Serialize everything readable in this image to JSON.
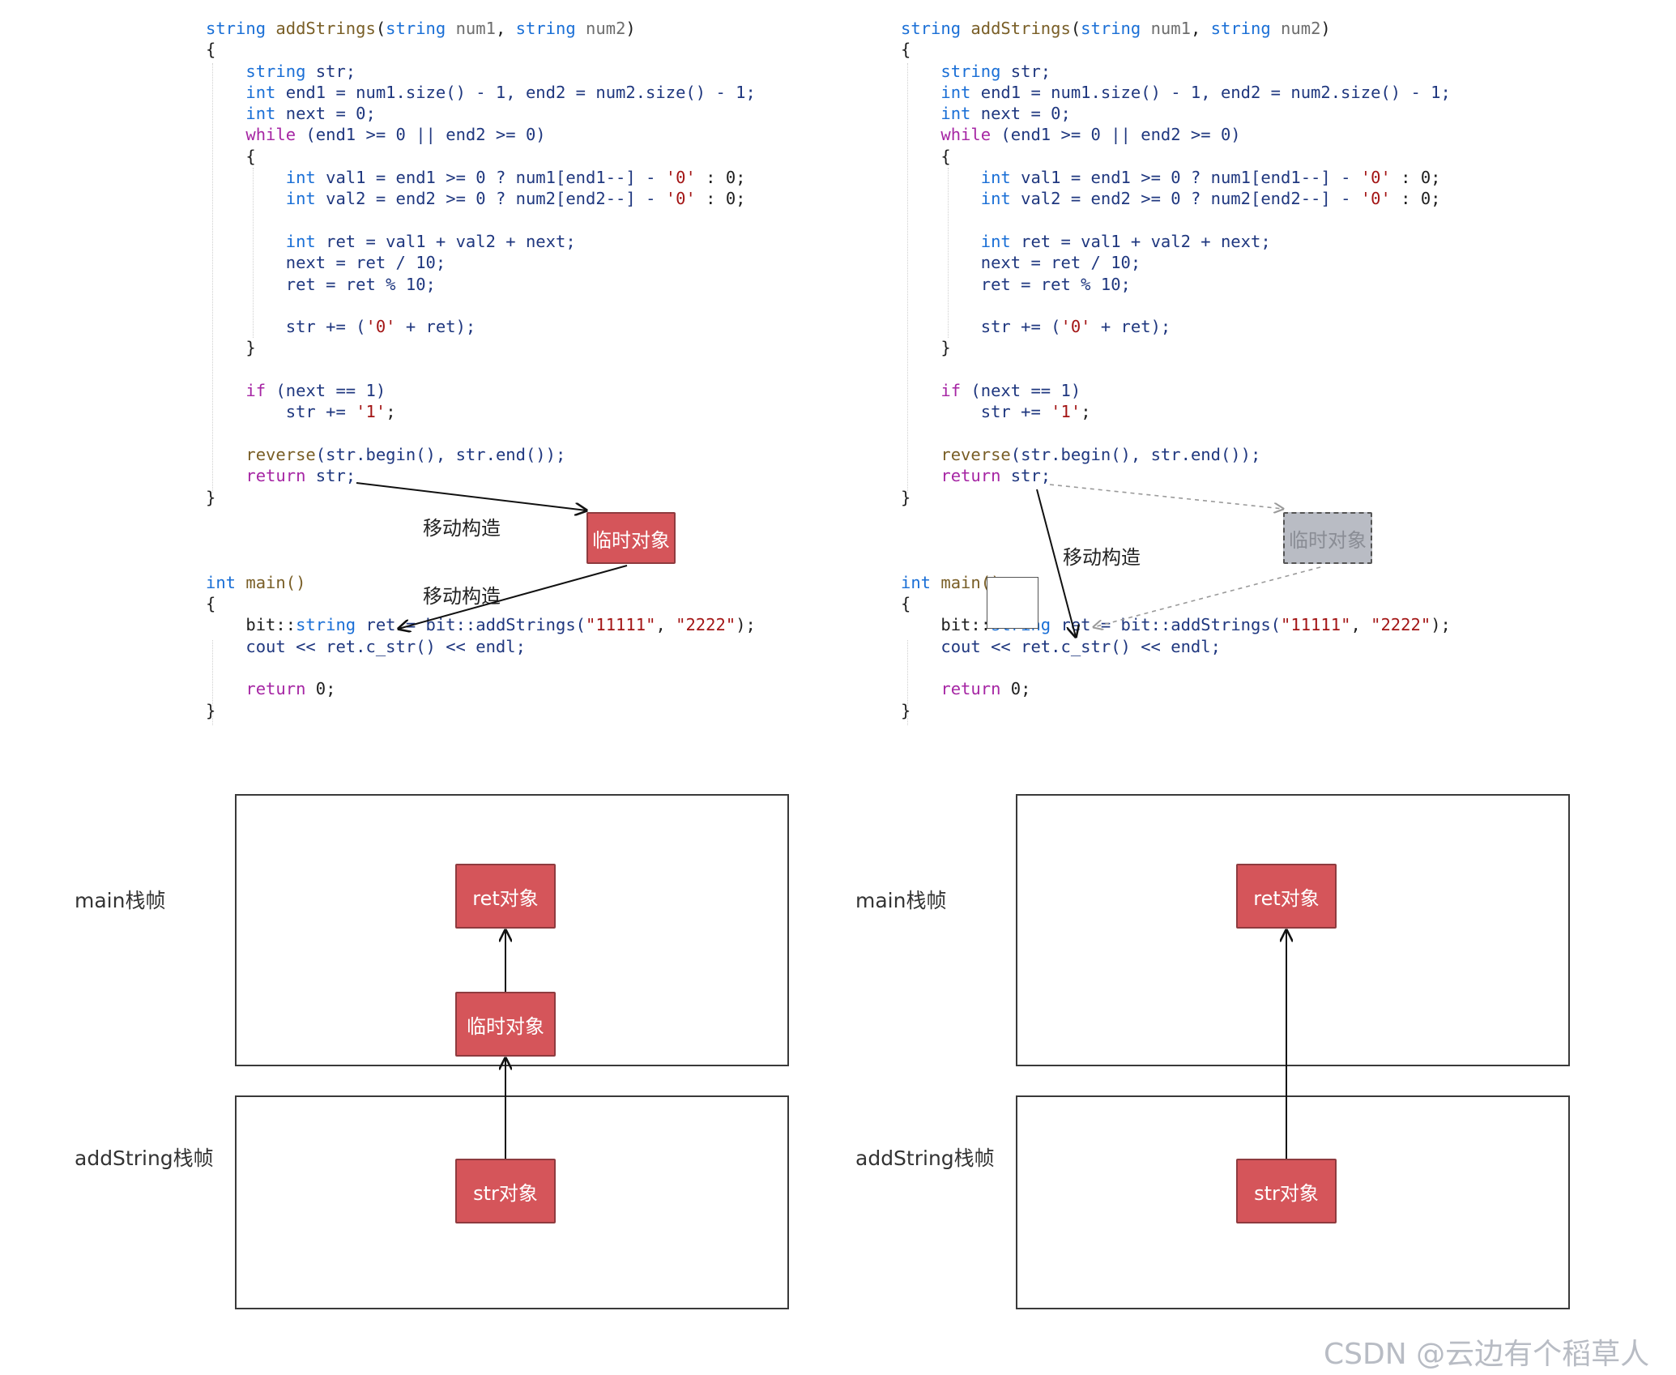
{
  "left_panel": {
    "code": {
      "sig": {
        "t1": "string",
        "fn": "addStrings",
        "t2": "string",
        "p1": "num1",
        "t3": "string",
        "p2": "num2"
      },
      "l_open": "{",
      "l_decl_str": {
        "ty": "string",
        "rest": " str;"
      },
      "l_end": {
        "ty": "int",
        "rest": " end1 = num1.size() - 1, end2 = num2.size() - 1;"
      },
      "l_next": {
        "ty": "int",
        "rest": " next = 0;"
      },
      "l_while": {
        "kw": "while",
        "rest": " (end1 >= 0 || end2 >= 0)"
      },
      "l_wopen": "{",
      "l_val1": {
        "ty": "int",
        "rest": " val1 = end1 >= 0 ? num1[end1--] - ",
        "s": "'0'",
        "tail": " : 0;"
      },
      "l_val2": {
        "ty": "int",
        "rest": " val2 = end2 >= 0 ? num2[end2--] - ",
        "s": "'0'",
        "tail": " : 0;"
      },
      "l_ret": {
        "ty": "int",
        "rest": " ret = val1 + val2 + next;"
      },
      "l_next2": "next = ret / 10;",
      "l_ret2": "ret = ret % 10;",
      "l_stradd": {
        "a": "str += (",
        "s": "'0'",
        "b": " + ret);"
      },
      "l_wclose": "}",
      "l_if": {
        "kw": "if",
        "rest": " (next == 1)"
      },
      "l_str1": {
        "a": "str += ",
        "s": "'1'",
        "b": ";"
      },
      "l_rev": {
        "fn": "reverse",
        "rest": "(str.begin(), str.end());"
      },
      "l_return": {
        "kw": "return",
        "rest": " str;"
      },
      "l_close": "}",
      "main_sig": {
        "ty": "int",
        "rest": " main()"
      },
      "m_open": "{",
      "m_decl": {
        "a": "bit::",
        "ty": "string",
        "b": " ret = bit::addStrings(",
        "s1": "\"11111\"",
        "c": ", ",
        "s2": "\"2222\"",
        "d": ");"
      },
      "m_cout": "cout << ret.c_str() << endl;",
      "m_return": {
        "kw": "return",
        "rest": " 0;"
      },
      "m_close": "}"
    },
    "label_move1": "移动构造",
    "label_move2": "移动构造",
    "temp_box": "临时对象",
    "diagram": {
      "main_frame_label": "main栈帧",
      "add_frame_label": "addString栈帧",
      "ret_box": "ret对象",
      "temp_box": "临时对象",
      "str_box": "str对象"
    }
  },
  "right_panel": {
    "label_move": "移动构造",
    "temp_box": "临时对象",
    "diagram": {
      "main_frame_label": "main栈帧",
      "add_frame_label": "addString栈帧",
      "ret_box": "ret对象",
      "str_box": "str对象"
    }
  },
  "watermark": "CSDN @云边有个稻草人",
  "colors": {
    "box_fill": "#d5555a",
    "ghost_fill": "#b9bcc4",
    "keyword": "#1a6fd6",
    "control": "#a626a4",
    "string_literal": "#a31515"
  }
}
